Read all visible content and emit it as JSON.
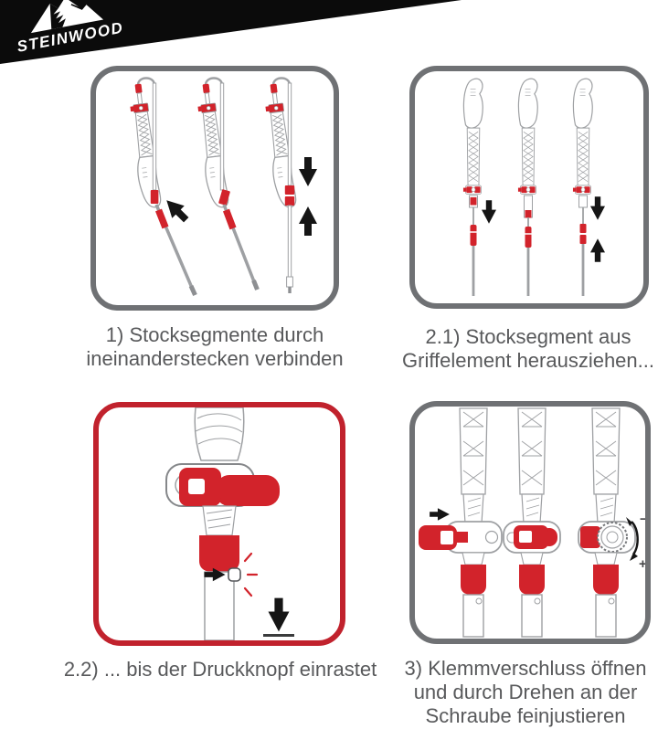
{
  "header": {
    "brand": "STEINWOOD"
  },
  "colors": {
    "accent_red": "#D2232B",
    "panel_border_gray": "#6F7174",
    "panel_border_red": "#C1222D",
    "caption_text": "#58595B",
    "illustration_outline": "#9EA0A3",
    "arrow_black": "#151515",
    "banner_black": "#0B0B0B"
  },
  "icons": {
    "mountain-icon": "mountain silhouette",
    "arrow-down-icon": "▼",
    "arrow-up-icon": "▲",
    "arrow-right-icon": "▶",
    "arrow-up-left-icon": "◤",
    "rotate-arrow-icon": "⤸",
    "click-burst-icon": "✳"
  },
  "panels": {
    "p1": {
      "caption_lines": [
        "1) Stocksegmente durch",
        "ineinanderstecken verbinden"
      ]
    },
    "p2": {
      "caption_lines": [
        "2.1) Stocksegment aus",
        "Griffelement herausziehen..."
      ]
    },
    "p3": {
      "caption_lines": [
        "2.2) ... bis der Druckknopf einrastet"
      ]
    },
    "p4": {
      "caption_lines": [
        "3) Klemmverschluss öffnen",
        "und durch Drehen an der",
        "Schraube feinjustieren"
      ],
      "adjust_minus": "−",
      "adjust_plus": "+"
    }
  }
}
